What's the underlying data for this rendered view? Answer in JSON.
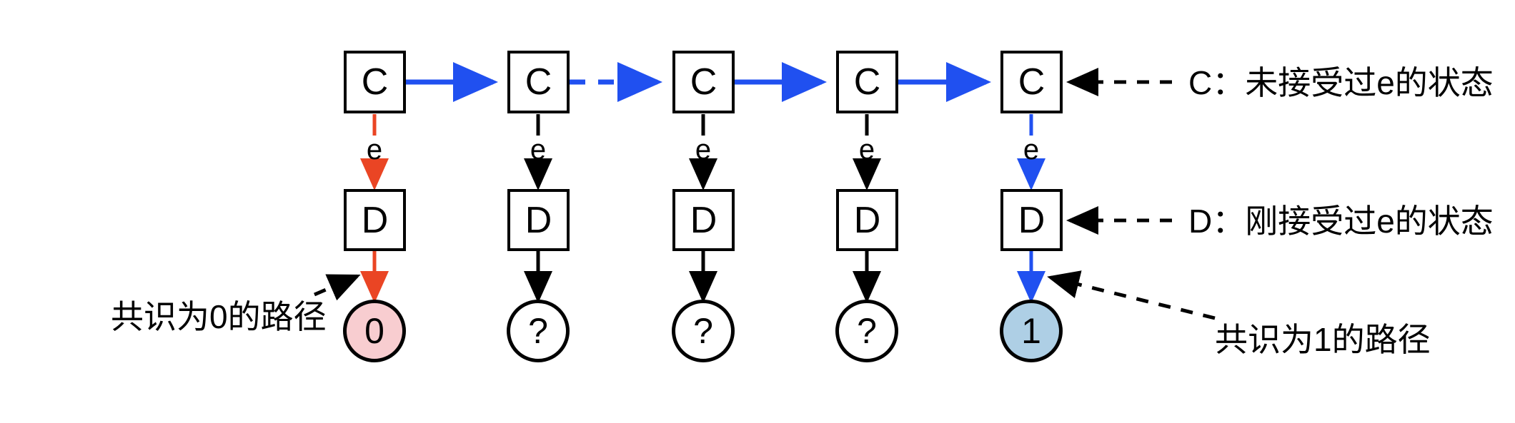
{
  "diagram": {
    "title": "",
    "colors": {
      "blue": "#2050f0",
      "red": "#ea4524",
      "black": "#000000",
      "pink_fill": "#f8cdd0",
      "blue_fill": "#aecfe5",
      "white_fill": "#ffffff",
      "background": "#ffffff"
    },
    "top_row": {
      "label": "C",
      "nodes": [
        {
          "label": "C"
        },
        {
          "label": "C"
        },
        {
          "label": "C"
        },
        {
          "label": "C"
        },
        {
          "label": "C"
        }
      ]
    },
    "bottom_row": {
      "label": "D",
      "nodes": [
        {
          "label": "D"
        },
        {
          "label": "D"
        },
        {
          "label": "D"
        },
        {
          "label": "D"
        },
        {
          "label": "D"
        }
      ]
    },
    "outcomes": [
      {
        "label": "0",
        "fill": "#f8cdd0"
      },
      {
        "label": "?",
        "fill": "#ffffff"
      },
      {
        "label": "?",
        "fill": "#ffffff"
      },
      {
        "label": "?",
        "fill": "#ffffff"
      },
      {
        "label": "1",
        "fill": "#aecfe5"
      }
    ],
    "vertical_edge_labels": [
      "e",
      "e",
      "e",
      "e",
      "e"
    ],
    "annotations": {
      "legend_c": "C：未接受过e的状态",
      "legend_d": "D：刚接受过e的状态",
      "path_zero": "共识为0的路径",
      "path_one": "共识为1的路径"
    }
  }
}
